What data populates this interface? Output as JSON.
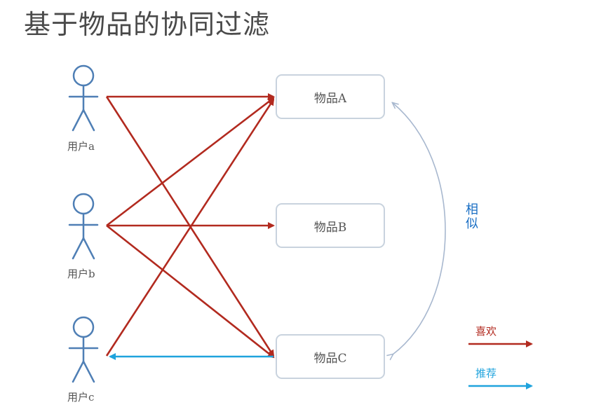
{
  "title": "基于物品的协同过滤",
  "users": [
    {
      "label": "用户a"
    },
    {
      "label": "用户b"
    },
    {
      "label": "用户c"
    }
  ],
  "items": [
    {
      "label": "物品A"
    },
    {
      "label": "物品B"
    },
    {
      "label": "物品C"
    }
  ],
  "similar_label": "相似",
  "legend": {
    "like": {
      "label": "喜欢",
      "color": "#b22a1f"
    },
    "recommend": {
      "label": "推荐",
      "color": "#1fa3dd"
    }
  },
  "colors": {
    "user_figure": "#4f7fb5",
    "item_border": "#c9d3de",
    "similar_arc": "#a8b8cf",
    "similar_text": "#1a6fc4"
  }
}
